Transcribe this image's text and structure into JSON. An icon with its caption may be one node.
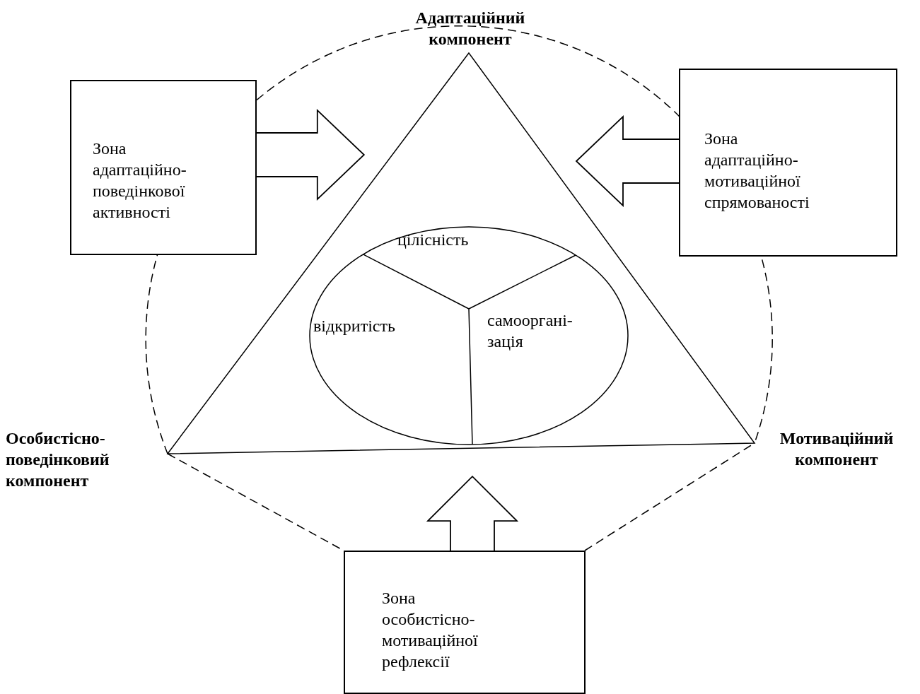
{
  "diagram": {
    "nodes": [
      {
        "text": [
          "Зона адаптаційно-поведінкової активності"
        ]
      },
      {
        "text": [
          "Зона адаптаційно-мотиваційної спрямованості"
        ]
      },
      {
        "text": [],
        "shape": "triangle"
      },
      {
        "text": [],
        "shape": "ellipse",
        "in": 2
      },
      {
        "text": [
          "цілісність"
        ],
        "in": 3
      },
      {
        "text": [
          "відкритість"
        ],
        "in": 3
      },
      {
        "text": [
          "самооргані- зація"
        ],
        "in": 3
      },
      {
        "text": [
          "Зона особистісно-мотиваційної рефлексії"
        ]
      }
    ],
    "edges": [
      {
        "from": 0,
        "to": 2,
        "arrow": "to"
      },
      {
        "from": 1,
        "to": 2,
        "arrow": "to"
      },
      {
        "from": 7,
        "to": 2,
        "arrow": "to"
      }
    ],
    "labels": [
      "Адаптаційний компонент",
      "Особистісно-поведінковий компонент",
      "Мотиваційний компонент"
    ]
  }
}
